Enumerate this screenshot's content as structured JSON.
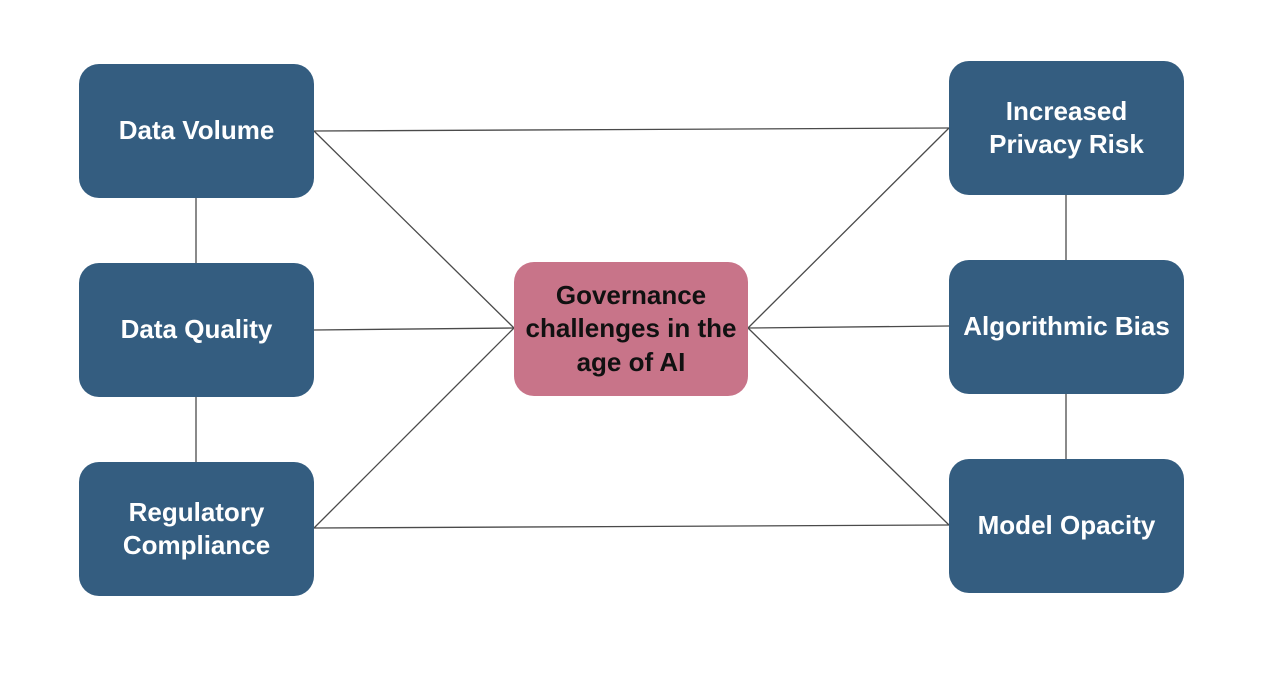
{
  "center": {
    "label": "Governance challenges in the age of AI"
  },
  "left_nodes": [
    {
      "label": "Data Volume"
    },
    {
      "label": "Data Quality"
    },
    {
      "label": "Regulatory Compliance"
    }
  ],
  "right_nodes": [
    {
      "label": "Increased Privacy Risk"
    },
    {
      "label": "Algorithmic Bias"
    },
    {
      "label": "Model Opacity"
    }
  ],
  "colors": {
    "outer_fill": "#345d80",
    "center_fill": "#c87489",
    "line": "#4a4a4a",
    "outer_text": "#ffffff",
    "center_text": "#111111"
  }
}
